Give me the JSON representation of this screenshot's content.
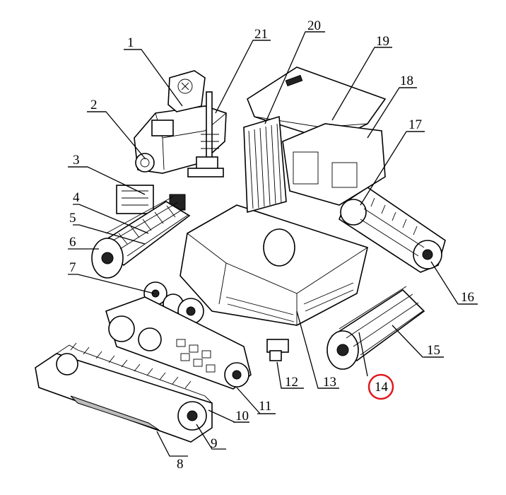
{
  "callouts": [
    {
      "id": "1",
      "text": "1"
    },
    {
      "id": "2",
      "text": "2"
    },
    {
      "id": "3",
      "text": "3"
    },
    {
      "id": "4",
      "text": "4"
    },
    {
      "id": "5",
      "text": "5"
    },
    {
      "id": "6",
      "text": "6"
    },
    {
      "id": "7",
      "text": "7"
    },
    {
      "id": "8",
      "text": "8"
    },
    {
      "id": "9",
      "text": "9"
    },
    {
      "id": "10",
      "text": "10"
    },
    {
      "id": "11",
      "text": "11"
    },
    {
      "id": "12",
      "text": "12"
    },
    {
      "id": "13",
      "text": "13"
    },
    {
      "id": "14",
      "text": "14"
    },
    {
      "id": "15",
      "text": "15"
    },
    {
      "id": "16",
      "text": "16"
    },
    {
      "id": "17",
      "text": "17"
    },
    {
      "id": "18",
      "text": "18"
    },
    {
      "id": "19",
      "text": "19"
    },
    {
      "id": "20",
      "text": "20"
    },
    {
      "id": "21",
      "text": "21"
    }
  ],
  "highlight": {
    "callout": "14",
    "color": "#e0191e"
  }
}
